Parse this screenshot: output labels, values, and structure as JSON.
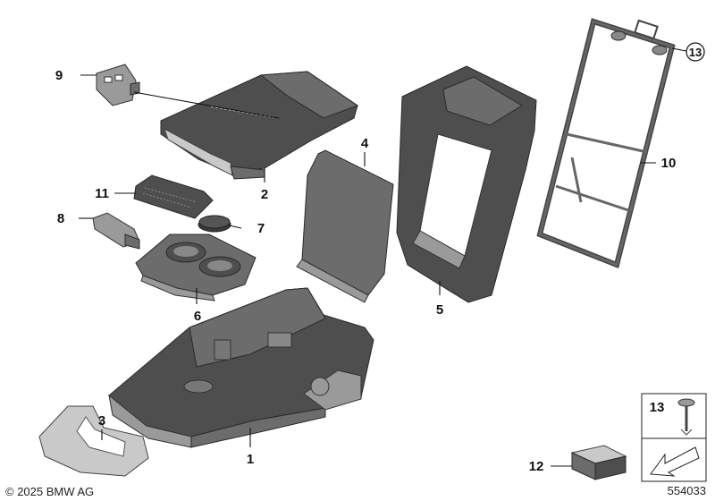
{
  "part_labels": {
    "p1": "1",
    "p2": "2",
    "p3": "3",
    "p4": "4",
    "p5": "5",
    "p6": "6",
    "p7": "7",
    "p8": "8",
    "p9": "9",
    "p10": "10",
    "p11": "11",
    "p12": "12",
    "p13_circled": "13",
    "p13_legend": "13"
  },
  "footer": {
    "copyright": "© 2025 BMW AG",
    "diagram_number": "554033"
  }
}
